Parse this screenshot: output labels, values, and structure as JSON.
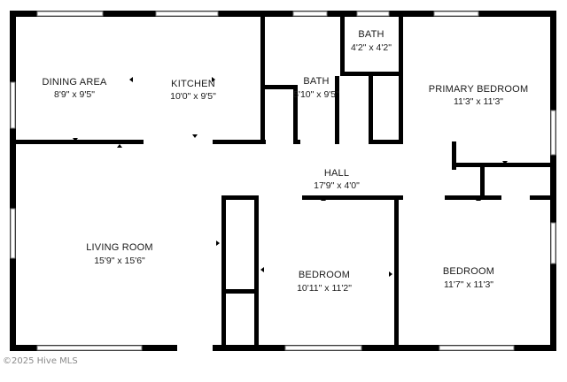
{
  "plan": {
    "wall_color": "#000000",
    "window_color": "#7a7a7a",
    "rooms": [
      {
        "name": "DINING AREA",
        "dims": "8'9\" x 9'5\""
      },
      {
        "name": "KITCHEN",
        "dims": "10'0\" x 9'5\""
      },
      {
        "name": "BATH",
        "dims": "5'10\" x 9'5\""
      },
      {
        "name": "BATH",
        "dims": "4'2\" x 4'2\""
      },
      {
        "name": "PRIMARY BEDROOM",
        "dims": "11'3\" x 11'3\""
      },
      {
        "name": "HALL",
        "dims": "17'9\" x 4'0\""
      },
      {
        "name": "LIVING ROOM",
        "dims": "15'9\" x 15'6\""
      },
      {
        "name": "BEDROOM",
        "dims": "10'11\" x 11'2\""
      },
      {
        "name": "BEDROOM",
        "dims": "11'7\" x 11'3\""
      }
    ]
  },
  "footer": {
    "copyright": "©2025 Hive MLS"
  }
}
